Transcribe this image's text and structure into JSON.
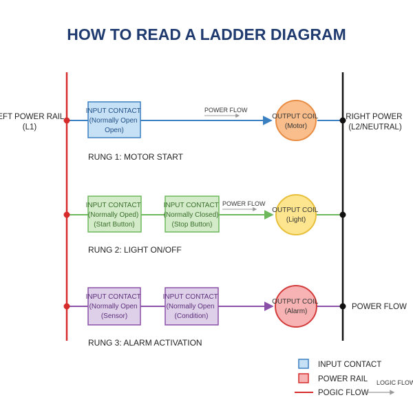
{
  "title": "HOW TO READ A LADDER DIAGRAM",
  "left_rail_label": [
    "LEFT POWER RAIL",
    "(L1)"
  ],
  "right_rail_label": [
    "RIGHT POWER",
    "(L2/NEUTRAL)"
  ],
  "colors": {
    "left_rail": "#d62b2b",
    "right_rail": "#111111",
    "rung1": "#3a7fc0",
    "rung2": "#6cb85a",
    "rung3": "#8a4fa6",
    "title": "#1f3a6e"
  },
  "rungs": [
    {
      "label": "RUNG 1: MOTOR START",
      "contacts": [
        {
          "lines": [
            "INPUT CONTACT",
            "(Normally Open",
            "Open)"
          ]
        }
      ],
      "flow_label": "POWER FLOW",
      "coil": {
        "lines": [
          "OUTPUT COIL",
          "(Motor)"
        ],
        "fill": "#f9be8c",
        "stroke": "#e98d45"
      },
      "box_fill": "#c6e0f5",
      "box_stroke": "#3a7fc0",
      "text_color": "#1f4f86"
    },
    {
      "label": "RUNG 2: LIGHT ON/OFF",
      "contacts": [
        {
          "lines": [
            "INPUT CONTACT",
            "(Normally Oped)",
            "(Start Button)"
          ]
        },
        {
          "lines": [
            "INPUT CONTACT",
            "(Normally Closed)",
            "(Stop Button)"
          ]
        }
      ],
      "flow_label": "POWER FLOW",
      "coil": {
        "lines": [
          "OUTPUT COIL",
          "(Light)"
        ],
        "fill": "#fde58f",
        "stroke": "#e7bf3b"
      },
      "box_fill": "#d3ebc8",
      "box_stroke": "#6cb85a",
      "text_color": "#3a6e2c"
    },
    {
      "label": "RUNG 3: ALARM ACTIVATION",
      "contacts": [
        {
          "lines": [
            "INPUT CONTACT",
            "(Normally Open",
            "(Sensor)"
          ]
        },
        {
          "lines": [
            "INPUT CONTACT",
            "(Normally Open",
            "(Condition)"
          ]
        }
      ],
      "flow_label": "",
      "right_label": "POWER FLOW",
      "coil": {
        "lines": [
          "OUTPUT COIL",
          "(Alarm)"
        ],
        "fill": "#f7b3b3",
        "stroke": "#d33a3a"
      },
      "box_fill": "#dfd0ea",
      "box_stroke": "#8a4fa6",
      "text_color": "#5a2f78"
    }
  ],
  "legend": {
    "input_contact": "INPUT CONTACT",
    "power_rail": "POWER RAIL",
    "logic": "POGIC FLOW",
    "logic_arrow": "LOGIC FLOW",
    "input_fill": "#c6e0f5",
    "input_stroke": "#3a7fc0",
    "rail_fill": "#f7b3b3",
    "rail_stroke": "#d62b2b"
  }
}
